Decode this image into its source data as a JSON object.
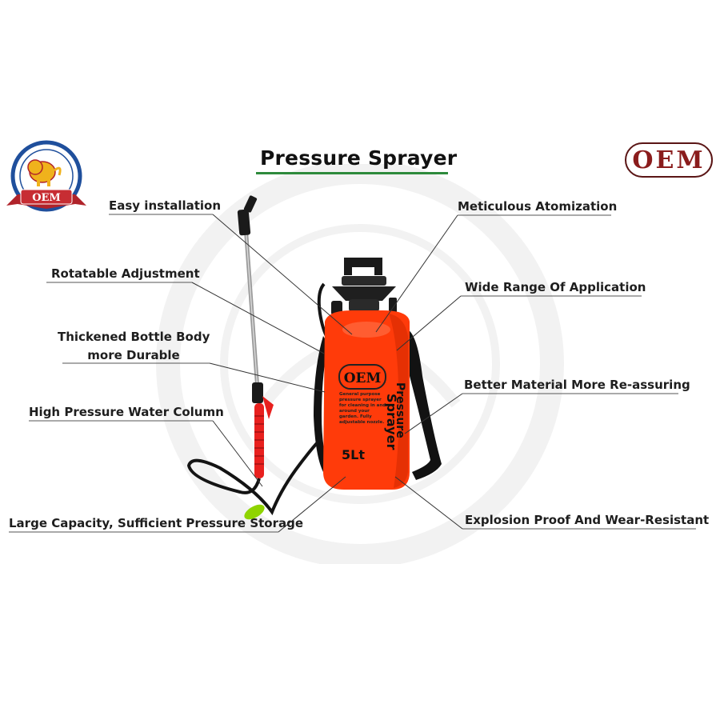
{
  "title": "Pressure Sprayer",
  "brand": {
    "logo_text": "OEM",
    "badge_text": "OEM"
  },
  "product": {
    "bottle_brand": "OEM",
    "bottle_text": "General purpose pressure sprayer for cleaning in and around your garden. Fully adjustable nozzle.",
    "bottle_side_text_1": "Pressure",
    "bottle_side_text_2": "Sprayer",
    "capacity": "5Lt"
  },
  "features": {
    "left": [
      {
        "lines": [
          "Easy installation"
        ]
      },
      {
        "lines": [
          "Rotatable Adjustment"
        ]
      },
      {
        "lines": [
          "Thickened Bottle Body",
          "more Durable"
        ]
      },
      {
        "lines": [
          "High Pressure Water Column"
        ]
      },
      {
        "lines": [
          "Large Capacity, Sufficient Pressure Storage"
        ]
      }
    ],
    "right": [
      {
        "lines": [
          "Meticulous Atomization"
        ]
      },
      {
        "lines": [
          "Wide Range Of Application"
        ]
      },
      {
        "lines": [
          "Better Material More Re-assuring"
        ]
      },
      {
        "lines": [
          "Explosion Proof And Wear-Resistant"
        ]
      }
    ]
  },
  "colors": {
    "tank": "#ff3b0a",
    "tank_dark": "#d42a00",
    "accent_green": "#2e8a3c",
    "brand_red": "#8a1c1c",
    "logo_blue": "#1f4f9c",
    "logo_ribbon": "#b0232a",
    "nozzle_green": "#8fd400"
  }
}
